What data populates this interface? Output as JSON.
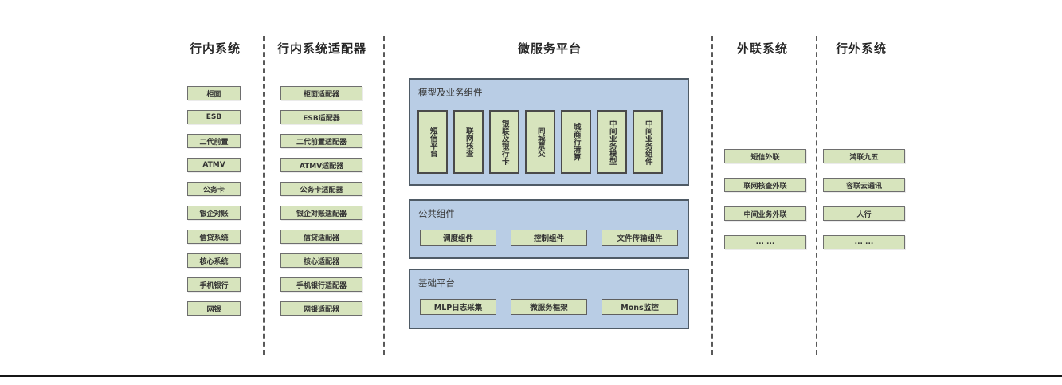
{
  "colors": {
    "green_fill": "#d7e4bd",
    "green_border": "#6e6e6e",
    "blue_fill": "#b9cde5",
    "blue_border": "#4f5b66",
    "divider": "#595959",
    "bottom_rule": "#161616",
    "text": "#2b2b2b"
  },
  "columns": {
    "internal": {
      "title": "行内系统",
      "items": [
        "柜面",
        "ESB",
        "二代前置",
        "ATMV",
        "公务卡",
        "银企对账",
        "信贷系统",
        "核心系统",
        "手机银行",
        "网银"
      ]
    },
    "adapters": {
      "title": "行内系统适配器",
      "items": [
        "柜面适配器",
        "ESB适配器",
        "二代前置适配器",
        "ATMV适配器",
        "公务卡适配器",
        "银企对账适配器",
        "信贷适配器",
        "核心适配器",
        "手机银行适配器",
        "网银适配器"
      ]
    },
    "platform": {
      "title": "微服务平台",
      "groups": [
        {
          "title": "模型及业务组件",
          "items": [
            "短信平台",
            "联网核查",
            "银联及银行卡",
            "同城票交",
            "城商行清算",
            "中间业务模型",
            "中间业务组件"
          ]
        },
        {
          "title": "公共组件",
          "items": [
            "调度组件",
            "控制组件",
            "文件传输组件"
          ]
        },
        {
          "title": "基础平台",
          "items": [
            "MLP日志采集",
            "微服务框架",
            "Mons监控"
          ]
        }
      ]
    },
    "outbound": {
      "title": "外联系统",
      "items": [
        "短信外联",
        "联网核查外联",
        "中间业务外联",
        "... ..."
      ]
    },
    "external": {
      "title": "行外系统",
      "items": [
        "鸿联九五",
        "容联云通讯",
        "人行",
        "... ..."
      ]
    }
  }
}
